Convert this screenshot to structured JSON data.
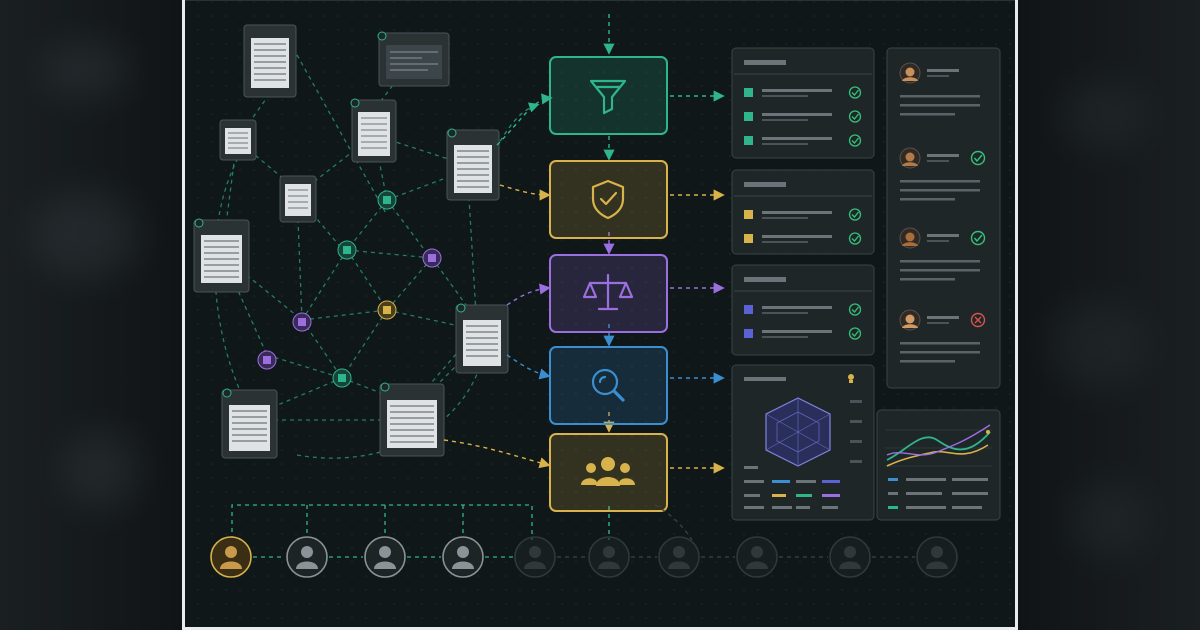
{
  "colors": {
    "background": "#0f1719",
    "teal": "#2fb58a",
    "gold": "#d8b24a",
    "purple": "#9b6fe0",
    "blue": "#3b8fd1",
    "card": "#1e2628",
    "card_border": "#3a4448",
    "text_line": "#6b7579",
    "check_ok": "#35c07a",
    "check_fail": "#d9534f"
  },
  "pipeline_stages": [
    {
      "icon": "funnel-icon",
      "color": "#2fb58a"
    },
    {
      "icon": "shield-check-icon",
      "color": "#d8b24a"
    },
    {
      "icon": "scales-icon",
      "color": "#9b6fe0"
    },
    {
      "icon": "magnifier-icon",
      "color": "#3b8fd1"
    },
    {
      "icon": "people-group-icon",
      "color": "#d8b24a"
    }
  ],
  "result_cards": [
    {
      "rows": 3,
      "swatch": "#2fb58a"
    },
    {
      "rows": 2,
      "swatch": "#d8b24a"
    },
    {
      "rows": 2,
      "swatch": "#5b62d6"
    }
  ],
  "reviewers": [
    {
      "status": "none"
    },
    {
      "status": "approved"
    },
    {
      "status": "approved"
    },
    {
      "status": "rejected"
    }
  ],
  "timeline_avatars": [
    {
      "active": true,
      "highlight": true
    },
    {
      "active": true
    },
    {
      "active": true
    },
    {
      "active": true
    },
    {
      "active": false
    },
    {
      "active": false
    },
    {
      "active": false
    },
    {
      "active": false
    },
    {
      "active": false
    },
    {
      "active": false
    }
  ]
}
